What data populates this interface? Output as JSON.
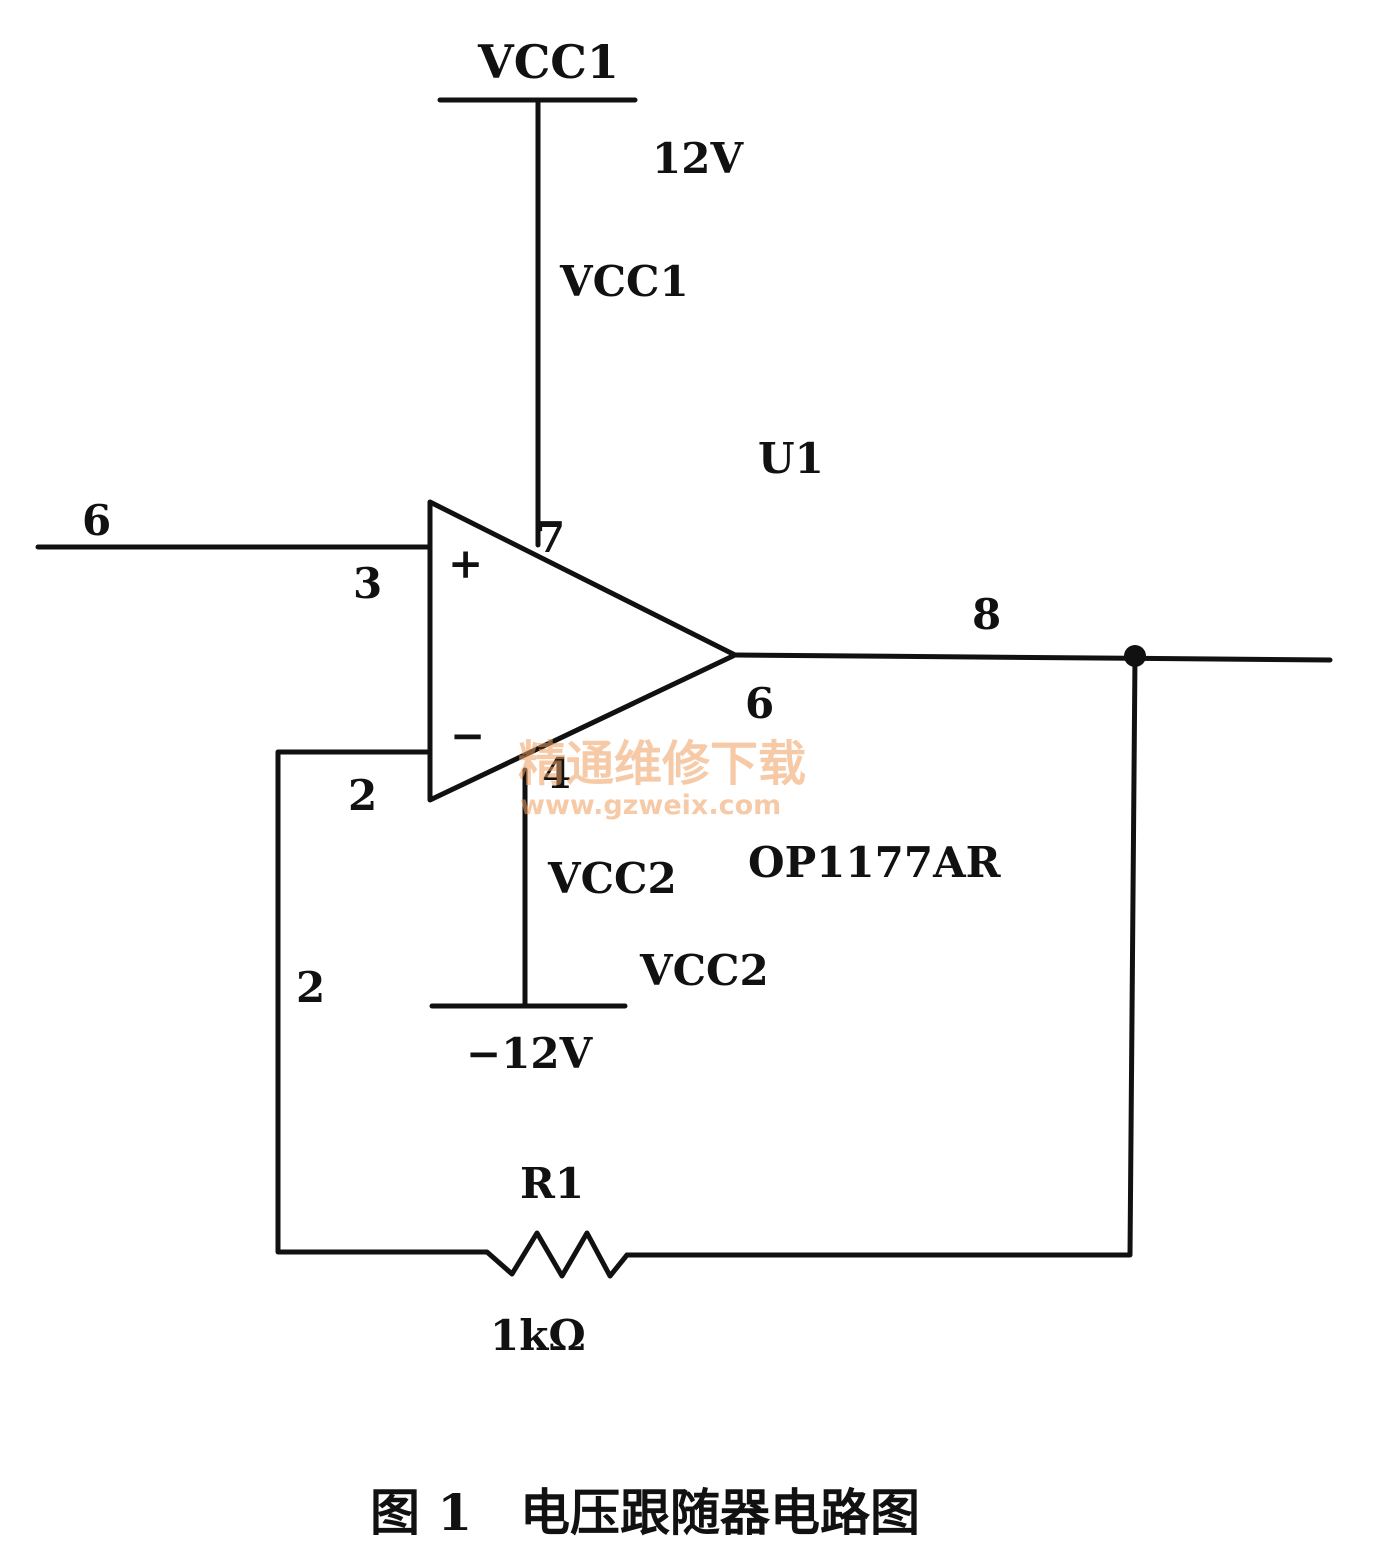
{
  "circuit": {
    "vcc1_rail_label": "VCC1",
    "vcc1_voltage": "12V",
    "vcc1_net_label": "VCC1",
    "opamp_ref": "U1",
    "opamp_part": "OP1177AR",
    "plus_sign": "+",
    "minus_sign": "−",
    "input_net": "6",
    "pin_noninv": "3",
    "pin_vpos": "7",
    "pin_inv": "2",
    "pin_vneg": "4",
    "pin_out": "6",
    "output_net": "8",
    "vcc2_net_label": "VCC2",
    "vcc2_rail_label": "VCC2",
    "vcc2_voltage": "−12V",
    "feedback_net": "2",
    "resistor_ref": "R1",
    "resistor_value": "1kΩ"
  },
  "watermark": {
    "text_cn": "精通维修下载",
    "url": "www.gzweix.com"
  },
  "caption": {
    "figure_label": "图 1",
    "title": "电压跟随器电路图"
  }
}
